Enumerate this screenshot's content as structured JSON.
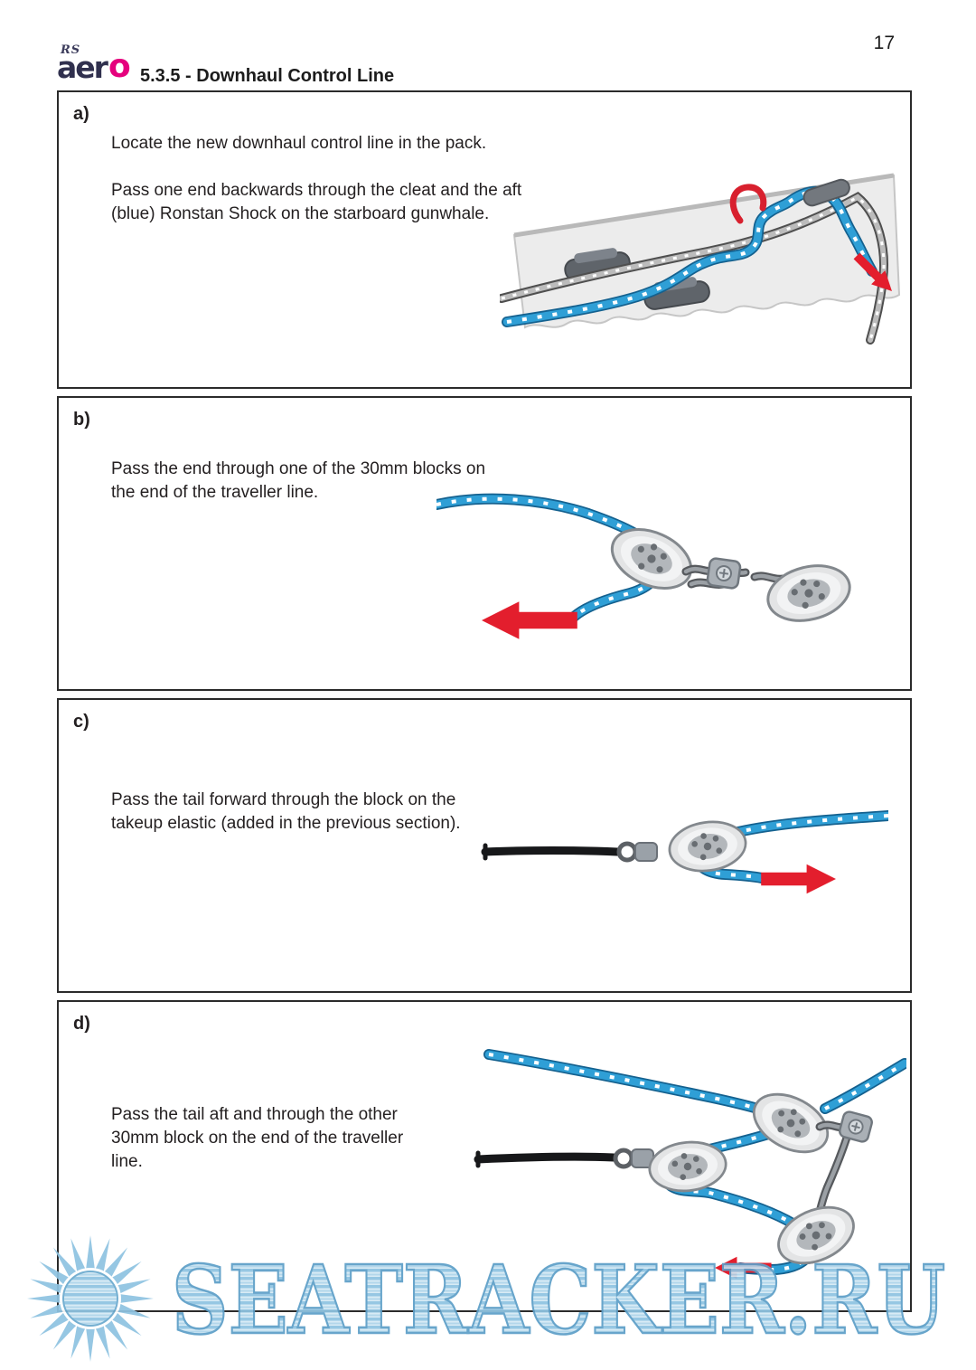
{
  "page": {
    "number": "17",
    "logo_rs": "RS",
    "logo_aero": "aer",
    "logo_o": "o",
    "heading": "5.3.5 - Downhaul Control Line"
  },
  "panels": [
    {
      "label": "a)",
      "paragraphs": [
        "Locate the new downhaul control line in the pack.",
        "Pass one end backwards through the cleat and the aft (blue) Ronstan Shock on the starboard gunwhale."
      ]
    },
    {
      "label": "b)",
      "paragraphs": [
        "Pass the end through one of the 30mm blocks on the end of the traveller line."
      ]
    },
    {
      "label": "c)",
      "paragraphs": [
        "Pass the tail forward through the block on the takeup elastic (added in the previous section)."
      ]
    },
    {
      "label": "d)",
      "paragraphs": [
        "Pass the tail aft and through the other 30mm block on the end of the traveller line."
      ]
    }
  ],
  "watermark": {
    "text": "SEATRACKER.RU"
  },
  "icons": {
    "logo-o-icon": "magenta ring of RS Aero logo",
    "red-arrow-icon": "red direction arrow",
    "red-hook-icon": "red shock cord hook",
    "sun-icon": "light blue starburst sun"
  },
  "colors": {
    "rope_blue": "#2F9FD6",
    "arrow_red": "#E31E2D",
    "logo_magenta": "#E5017D",
    "watermark_blue": "#7AB8DA",
    "panel_border": "#2B2B2B"
  }
}
